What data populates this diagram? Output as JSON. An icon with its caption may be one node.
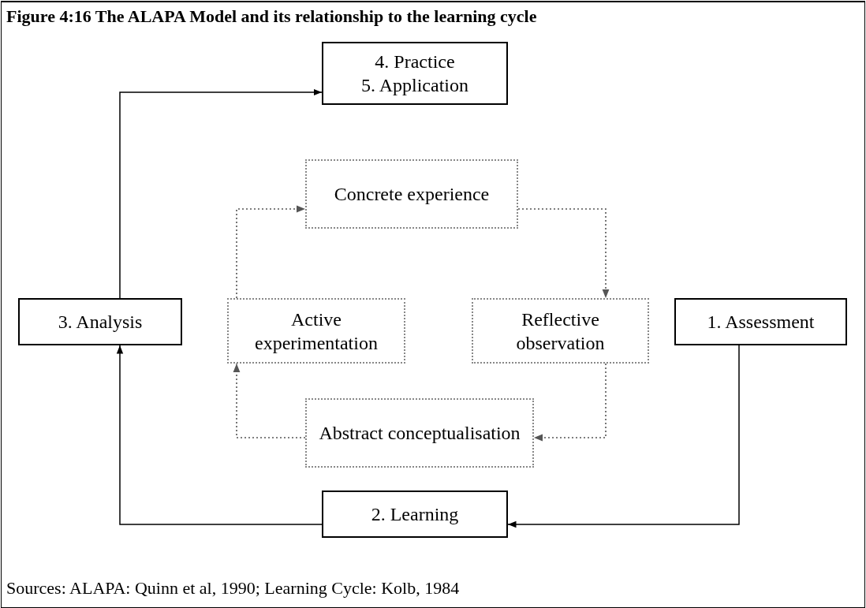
{
  "diagram": {
    "title": "Figure 4:16 The ALAPA Model and its relationship to the learning cycle",
    "caption": "Sources: ALAPA: Quinn et al, 1990; Learning Cycle: Kolb, 1984",
    "nodes": [
      {
        "text": [
          "4. Practice",
          "5. Application"
        ]
      },
      {
        "text": [
          "Concrete experience"
        ]
      },
      {
        "text": [
          "3. Analysis"
        ]
      },
      {
        "text": [
          "Active experimentation"
        ]
      },
      {
        "text": [
          "Reflective observation"
        ]
      },
      {
        "text": [
          "1. Assessment"
        ]
      },
      {
        "text": [
          "Abstract conceptualisation"
        ]
      },
      {
        "text": [
          "2. Learning"
        ]
      }
    ],
    "edges": [
      {
        "from": 2,
        "to": 0,
        "arrow": "to"
      },
      {
        "from": 5,
        "to": 7,
        "arrow": "to"
      },
      {
        "from": 7,
        "to": 2,
        "arrow": "to"
      },
      {
        "from": 3,
        "to": 1,
        "arrow": "to",
        "style": "dashed"
      },
      {
        "from": 1,
        "to": 4,
        "arrow": "to",
        "style": "dashed"
      },
      {
        "from": 4,
        "to": 6,
        "arrow": "to",
        "style": "dashed"
      },
      {
        "from": 6,
        "to": 3,
        "arrow": "to",
        "style": "dashed"
      }
    ]
  }
}
